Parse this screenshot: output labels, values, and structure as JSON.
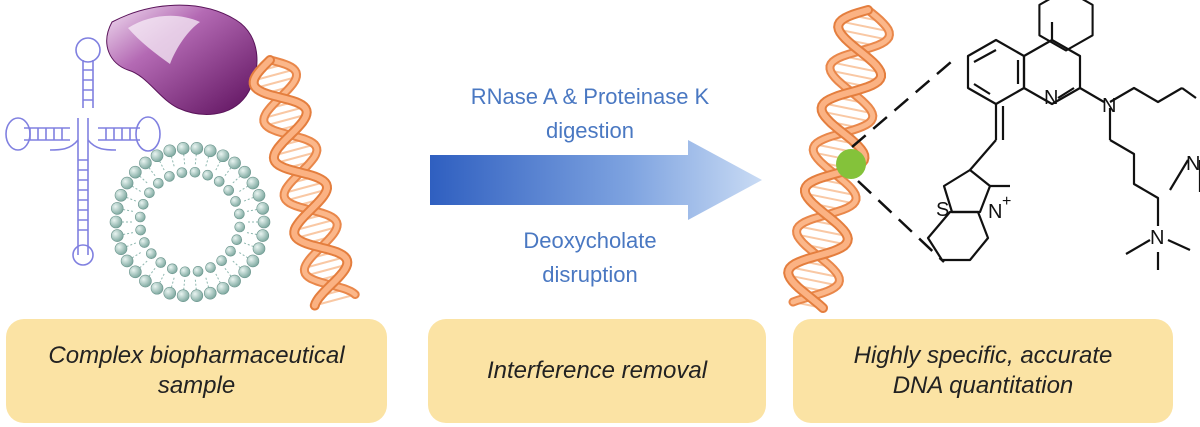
{
  "steps": {
    "digestion_line1": "RNase A & Proteinase K",
    "digestion_line2": "digestion",
    "disruption_line1": "Deoxycholate",
    "disruption_line2": "disruption"
  },
  "captions": {
    "sample_line1": "Complex biopharmaceutical",
    "sample_line2": "sample",
    "removal": "Interference removal",
    "result_line1": "Highly specific, accurate",
    "result_line2": "DNA quantitation"
  },
  "molecule": {
    "atom_n1": "N",
    "atom_n2": "N",
    "atom_n3": "N",
    "atom_n4": "N",
    "atom_n5": "N",
    "atom_s": "S",
    "charge": "+"
  },
  "colors": {
    "protein": "#7b1e78",
    "dna": "#f7a36e",
    "trna": "#8080e0",
    "liposome": "#8fb8b0",
    "arrow": "#3a67c9",
    "marker": "#84c23a",
    "caption_bg": "#fbe3a4",
    "step_text": "#4a78c2"
  }
}
